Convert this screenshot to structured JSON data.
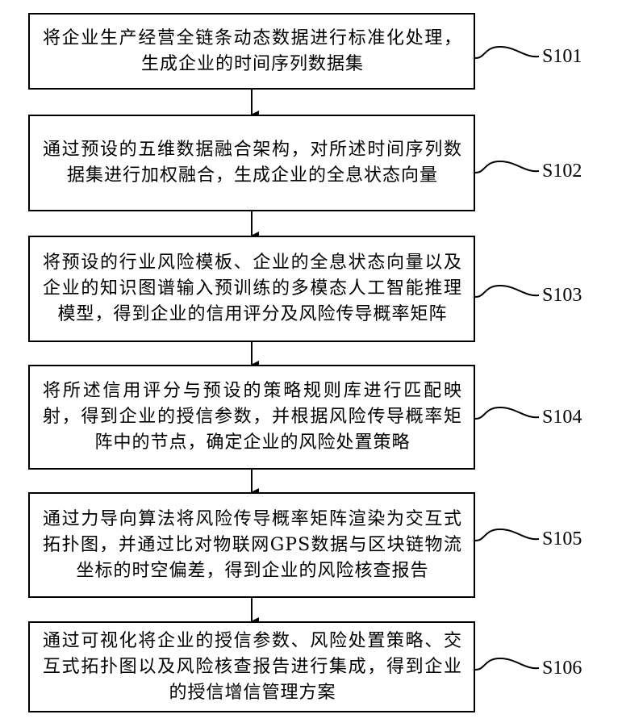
{
  "steps": [
    {
      "id": "S101",
      "label": "S101",
      "text": "将企业生产经营全链条动态数据进行标准化处理，生成企业的时间序列数据集"
    },
    {
      "id": "S102",
      "label": "S102",
      "text": "通过预设的五维数据融合架构，对所述时间序列数据集进行加权融合，生成企业的全息状态向量"
    },
    {
      "id": "S103",
      "label": "S103",
      "text": "将预设的行业风险模板、企业的全息状态向量以及企业的知识图谱输入预训练的多模态人工智能推理模型，得到企业的信用评分及风险传导概率矩阵"
    },
    {
      "id": "S104",
      "label": "S104",
      "text": "将所述信用评分与预设的策略规则库进行匹配映射，得到企业的授信参数，并根据风险传导概率矩阵中的节点，确定企业的风险处置策略"
    },
    {
      "id": "S105",
      "label": "S105",
      "text": "通过力导向算法将风险传导概率矩阵渲染为交互式拓扑图，并通过比对物联网GPS数据与区块链物流坐标的时空偏差，得到企业的风险核查报告"
    },
    {
      "id": "S106",
      "label": "S106",
      "text": "通过可视化将企业的授信参数、风险处置策略、交互式拓扑图以及风险核查报告进行集成，得到企业的授信增信管理方案"
    }
  ]
}
